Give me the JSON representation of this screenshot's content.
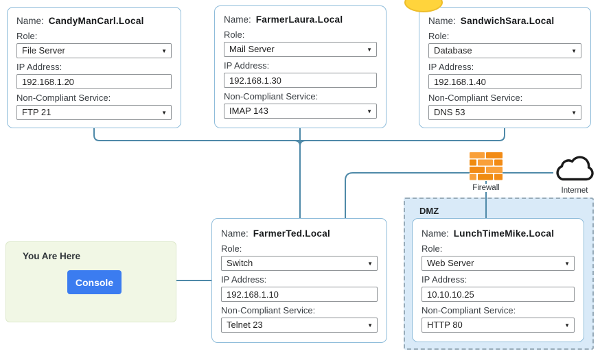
{
  "labels": {
    "name": "Name:",
    "role": "Role:",
    "ip": "IP Address:",
    "service": "Non-Compliant Service:"
  },
  "nodes": [
    {
      "name": "CandyManCarl.Local",
      "role": "File Server",
      "ip": "192.168.1.20",
      "service": "FTP 21"
    },
    {
      "name": "FarmerLaura.Local",
      "role": "Mail Server",
      "ip": "192.168.1.30",
      "service": "IMAP 143"
    },
    {
      "name": "SandwichSara.Local",
      "role": "Database",
      "ip": "192.168.1.40",
      "service": "DNS 53"
    },
    {
      "name": "FarmerTed.Local",
      "role": "Switch",
      "ip": "192.168.1.10",
      "service": "Telnet 23"
    },
    {
      "name": "LunchTimeMike.Local",
      "role": "Web Server",
      "ip": "10.10.10.25",
      "service": "HTTP 80"
    }
  ],
  "network": {
    "dmz_label": "DMZ",
    "firewall_label": "Firewall",
    "internet_label": "Internet"
  },
  "console_panel": {
    "title": "You Are Here",
    "button_label": "Console"
  },
  "icons": {
    "select_arrow": "▼"
  },
  "colors": {
    "connector": "#4e89a8",
    "card_border": "#8ebcda",
    "dmz_background": "#d9eaf8",
    "console_button": "#3b7cf0",
    "firewall_orange": "#f6921e",
    "highlight_yellow": "#ffd43c"
  }
}
